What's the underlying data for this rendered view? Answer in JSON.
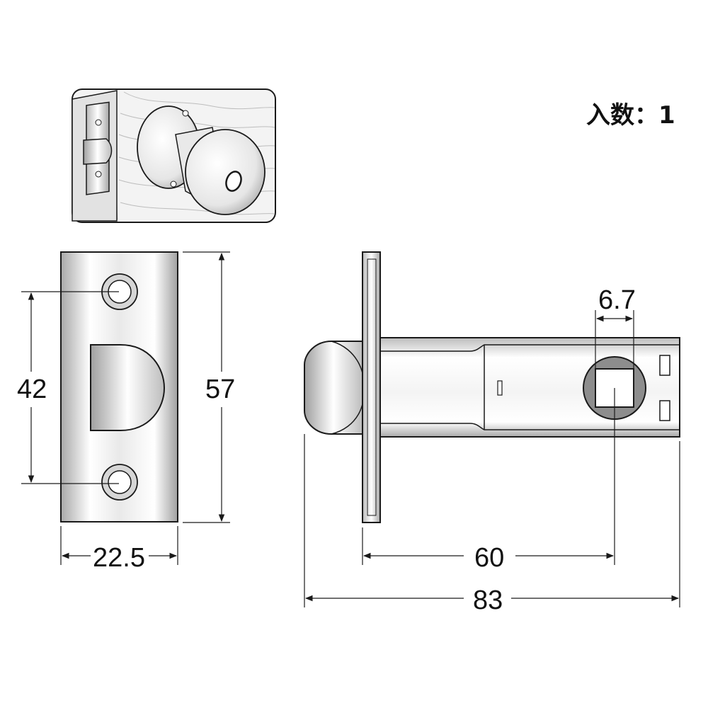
{
  "quantity_label": "入数：1",
  "dimensions": {
    "hole_pitch": "42",
    "plate_height": "57",
    "plate_width": "22.5",
    "spindle_square": "6.7",
    "backset": "60",
    "overall_length": "83"
  },
  "colors": {
    "line": "#1a1a1a",
    "metal_light": "#ffffff",
    "metal_mid": "#d8d8d8",
    "metal_dark": "#9a9a9a",
    "wood": "#f2f2f2"
  }
}
